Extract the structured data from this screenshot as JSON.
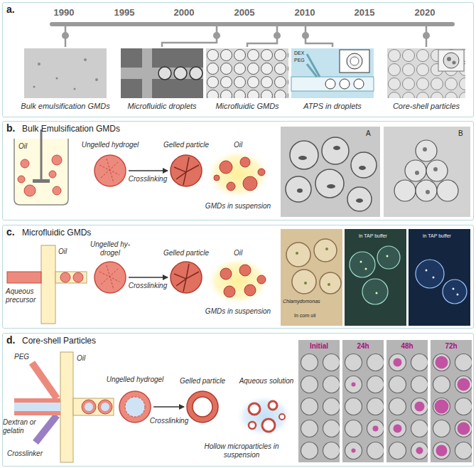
{
  "diagram": {
    "nodes": [
      {
        "text": [
          "a."
        ]
      },
      {
        "text": [
          "b.",
          "Bulk Emulsification GMDs"
        ]
      },
      {
        "text": [
          "c.",
          "Microfluidic GMDs"
        ]
      },
      {
        "text": [
          "d.",
          "Core-shell Particles"
        ]
      }
    ],
    "labels": [
      "1990",
      "1995",
      "2000",
      "2005",
      "2010",
      "2015",
      "2020",
      "Bulk emulsification GMDs",
      "Microfluidic droplets",
      "Microfluidic GMDs",
      "ATPS in droplets",
      "Core-shell particles",
      "DEX",
      "PEG",
      "Oil",
      "Ungelled hydrogel",
      "Crosslinking",
      "Gelled particle",
      "Oil",
      "GMDs in suspension",
      "A",
      "B",
      "Oil",
      "Ungelled hy-drogel",
      "Aqueous precursor",
      "Crosslinking",
      "Gelled particle",
      "Oil",
      "GMDs in suspension",
      "Chlamydomonas",
      "In corn oil",
      "in TAP buffer",
      "in TAP buffer",
      "PEG",
      "Oil",
      "Dextran or gelatin",
      "Crosslinker",
      "Ungelled hydrogel",
      "Crosslinking",
      "Gelled particle",
      "Aqueous solution",
      "Hollow microparticles in suspension",
      "Initial",
      "24h",
      "48h",
      "72h"
    ]
  }
}
